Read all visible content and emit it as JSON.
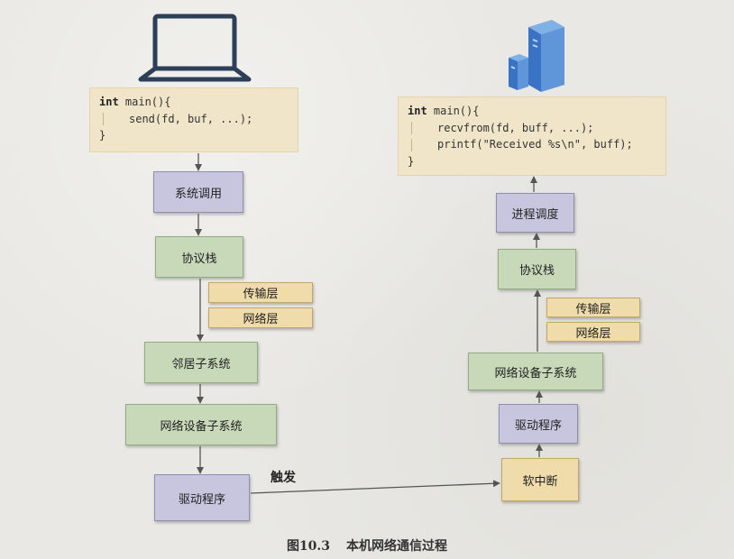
{
  "left": {
    "icon": "laptop-icon",
    "code": {
      "line1_kw": "int",
      "line1_rest": " main(){",
      "line2": "send(fd, buf, ...);",
      "line3": "}"
    },
    "steps": {
      "syscall": "系统调用",
      "protocol_stack": "协议栈",
      "transport_layer": "传输层",
      "network_layer": "网络层",
      "neighbor_subsystem": "邻居子系统",
      "netdev_subsystem": "网络设备子系统",
      "driver": "驱动程序"
    }
  },
  "right": {
    "icon": "server-icon",
    "code": {
      "line1_kw": "int",
      "line1_rest": " main(){",
      "line2": "recvfrom(fd, buff, ...);",
      "line3": "printf(\"Received %s\\n\", buff);",
      "line4": "}"
    },
    "steps": {
      "process_scheduling": "进程调度",
      "protocol_stack": "协议栈",
      "transport_layer": "传输层",
      "network_layer": "网络层",
      "netdev_subsystem": "网络设备子系统",
      "driver": "驱动程序",
      "softirq": "软中断"
    }
  },
  "trigger_label": "触发",
  "caption": {
    "number": "图10.3",
    "title": "本机网络通信过程"
  },
  "colors": {
    "code_bg": "#f1e5c9",
    "purple_box": "#c7c6de",
    "green_box": "#c7d9b9",
    "tan_box": "#f0dcaa"
  }
}
